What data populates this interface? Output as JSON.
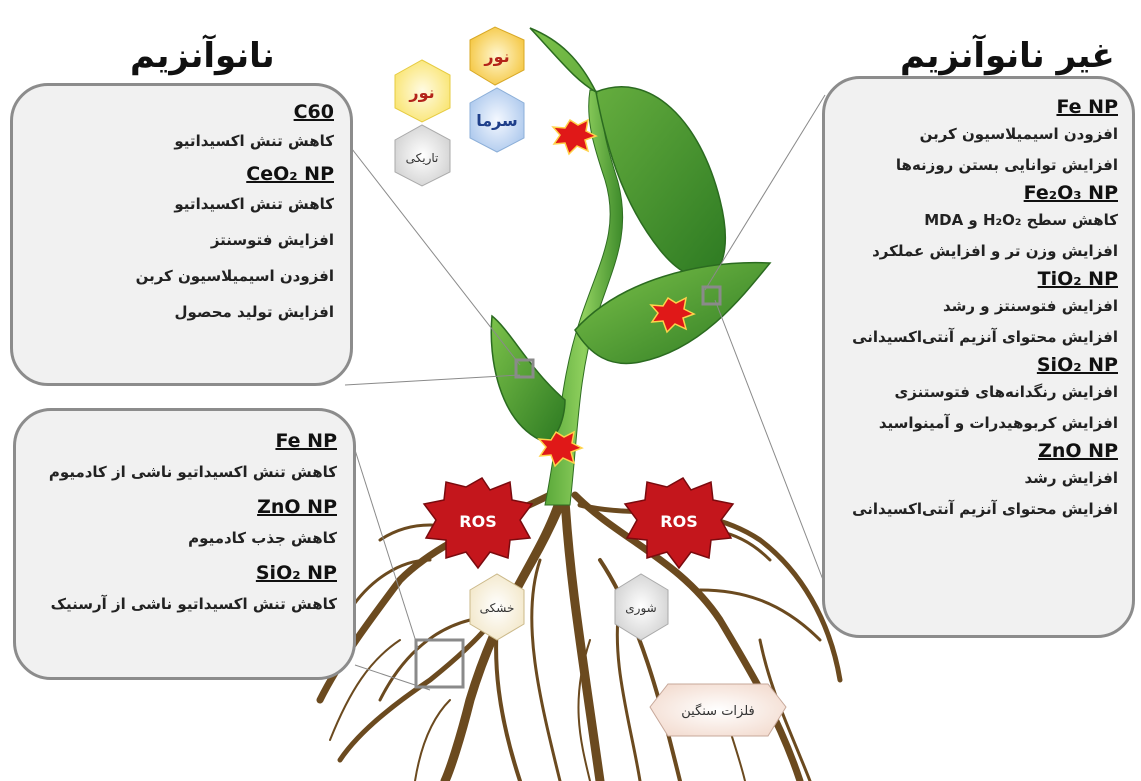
{
  "left_heading": "نانوآنزیم",
  "right_heading": "غیر نانوآنزیم",
  "left_top_panel": {
    "items": [
      {
        "np": "C60",
        "effects": [
          "کاهش تنش اکسیداتیو"
        ]
      },
      {
        "np": "CeO₂ NP",
        "effects": [
          "کاهش تنش اکسیداتیو",
          "افزایش فتوسنتز",
          "افزودن اسیمیلاسیون کربن",
          "افزایش تولید محصول"
        ]
      }
    ]
  },
  "left_bottom_panel": {
    "items": [
      {
        "np": "Fe NP",
        "effects": [
          "کاهش تنش اکسیداتیو ناشی از کادمیوم"
        ]
      },
      {
        "np": "ZnO NP",
        "effects": [
          "کاهش جذب کادمیوم"
        ]
      },
      {
        "np": "SiO₂ NP",
        "effects": [
          "کاهش تنش اکسیداتیو ناشی از آرسنیک"
        ]
      }
    ]
  },
  "right_panel": {
    "items": [
      {
        "np": "Fe NP",
        "effects": [
          "افزودن اسیمیلاسیون کربن",
          "افزایش توانایی بستن روزنه‌ها"
        ]
      },
      {
        "np": "Fe₂O₃ NP",
        "effects": [
          "کاهش سطح H₂O₂ و MDA",
          "افزایش وزن تر و افزایش عملکرد"
        ]
      },
      {
        "np": "TiO₂ NP",
        "effects": [
          "افزایش فتوسنتز و رشد",
          "افزایش محتوای آنزیم آنتی‌اکسیدانی"
        ]
      },
      {
        "np": "SiO₂ NP",
        "effects": [
          "افزایش رنگدانه‌های فتوستنزی",
          "افزایش کربوهیدرات و آمینواسید"
        ]
      },
      {
        "np": "ZnO NP",
        "effects": [
          "افزایش رشد",
          "افزایش محتوای آنزیم آنتی‌اکسیدانی"
        ]
      }
    ]
  },
  "stress_hexagons": {
    "light_1": "نور",
    "light_2": "نور",
    "cold": "سرما",
    "darkness": "تاریکی",
    "drought": "خشکی",
    "salinity": "شوری",
    "heavy_metals": "فلزات سنگین"
  },
  "ros_labels": [
    "ROS",
    "ROS"
  ],
  "colors": {
    "panel_fill": "#f1f1f1",
    "panel_border": "#8c8c8c",
    "leaf_green": "#3f9a2c",
    "root_brown": "#6b4a1f",
    "ros_red": "#c4161c",
    "hex_light": "#f6c844",
    "hex_light_2": "#fbe873",
    "hex_cold": "#b9d1ee",
    "hex_dark": "#d4d4d4"
  }
}
